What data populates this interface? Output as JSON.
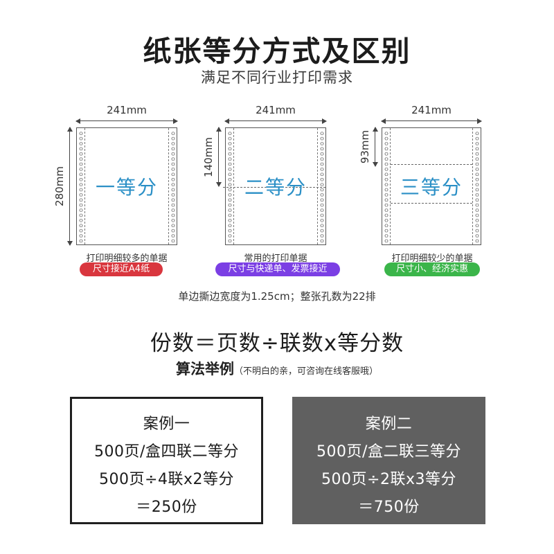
{
  "title": "纸张等分方式及区别",
  "subtitle": "满足不同行业打印需求",
  "papers": [
    {
      "width_label": "241mm",
      "height_label": "280mm",
      "part_label": "一等分",
      "desc": "打印明细较多的单据",
      "pill": "尺寸接近A4纸",
      "pill_color": "#d9363e"
    },
    {
      "width_label": "241mm",
      "height_label": "140mm",
      "part_label": "二等分",
      "desc": "常用的打印单据",
      "pill": "尺寸与快递单、发票接近",
      "pill_color": "#7b3fe4"
    },
    {
      "width_label": "241mm",
      "height_label": "93mm",
      "part_label": "三等分",
      "desc": "打印明细较少的单据",
      "pill": "尺寸小、经济实惠",
      "pill_color": "#3bb54a"
    }
  ],
  "note": "单边撕边宽度为1.25cm；整张孔数为22排",
  "formula": "份数＝页数÷联数x等分数",
  "algo_heading": "算法举例",
  "algo_sub": "（不明白的亲，可咨询在线客服哦）",
  "cases": [
    {
      "title": "案例一",
      "line1": "500页/盒四联二等分",
      "line2": "500页÷4联x2等分",
      "line3": "＝250份"
    },
    {
      "title": "案例二",
      "line1": "500页/盒二联三等分",
      "line2": "500页÷2联x3等分",
      "line3": "＝750份"
    }
  ],
  "colors": {
    "accent_blue": "#2a8fc6",
    "case_two_bg": "#606060"
  }
}
